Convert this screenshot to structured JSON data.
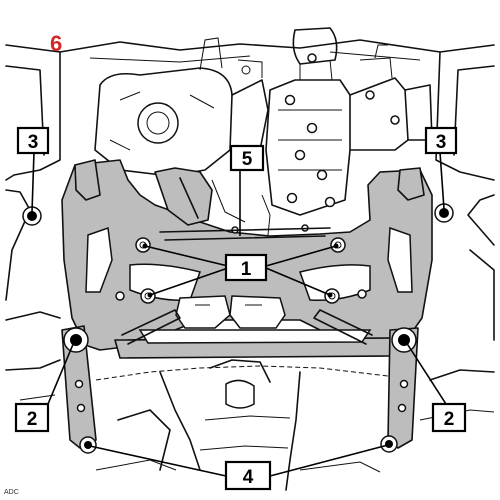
{
  "step_number": "6",
  "credit": "ADC",
  "callouts": [
    {
      "id": "3-left",
      "label": "3"
    },
    {
      "id": "3-right",
      "label": "3"
    },
    {
      "id": "5",
      "label": "5"
    },
    {
      "id": "1",
      "label": "1"
    },
    {
      "id": "2-left",
      "label": "2"
    },
    {
      "id": "2-right",
      "label": "2"
    },
    {
      "id": "4",
      "label": "4"
    }
  ],
  "colors": {
    "step_number": "#d62828",
    "subframe_fill": "#bdbdbd",
    "outline": "#111111"
  }
}
